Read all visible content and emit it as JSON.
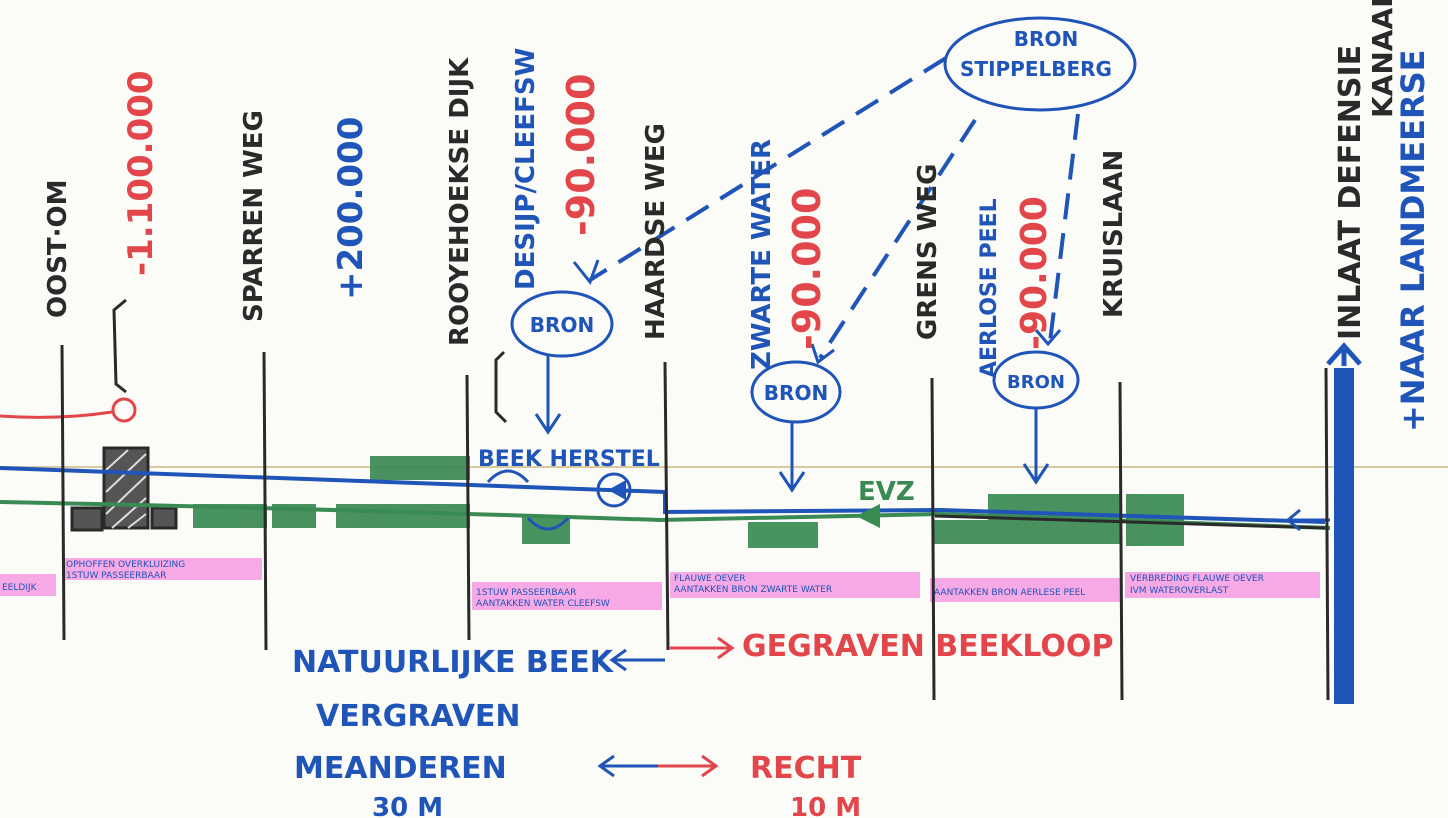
{
  "roads": {
    "oost_om": "OOST·OM",
    "sparren_weg": "SPARREN WEG",
    "rooyehoekse_dijk": "ROOYEHOEKSE DIJK",
    "desijp_cleefsw": "DESIJP/CLEEFSW",
    "haardse_weg": "HAARDSE WEG",
    "zwarte_water": "ZWARTE WATER",
    "grens_weg": "GRENS WEG",
    "aerlose_peel": "AERLOSE PEEL",
    "kruislaan": "KRUISLAAN",
    "inlaat_defensie_kanaal_1": "INLAAT DEFENSIE",
    "inlaat_defensie_kanaal_2": "KANAAL"
  },
  "volumes": {
    "v1": "-1.100.000",
    "v2": "+200.000",
    "v3": "-90.000",
    "v4": "-90.000",
    "v5": "-90.000",
    "v6": "+NAAR LANDMEERSE"
  },
  "sources": {
    "main_line1": "BRON",
    "main_line2": "STIPPELBERG",
    "bron_a": "BRON",
    "bron_b": "BRON",
    "bron_c": "BRON"
  },
  "labels": {
    "beekherstel": "BEEK HERSTEL",
    "evz": "EVZ"
  },
  "notes": {
    "n1_line1": "OPHOFFEN OVERKLUIZING",
    "n1_line2": "1STUW PASSEERBAAR",
    "n0": "EELDIJK",
    "n2_line1": "1STUW PASSEERBAAR",
    "n2_line2": "AANTAKKEN WATER CLEEFSW",
    "n3_line1": "FLAUWE OEVER",
    "n3_line2": "AANTAKKEN BRON ZWARTE WATER",
    "n4": "AANTAKKEN BRON AERLESE PEEL",
    "n5_line1": "VERBREDING FLAUWE OEVER",
    "n5_line2": "IVM WATEROVERLAST"
  },
  "legend": {
    "natuurlijke_beek": "NATUURLIJKE BEEK",
    "gegraven_beekloop": "GEGRAVEN BEEKLOOP",
    "vergraven": "VERGRAVEN",
    "meanderen": "MEANDEREN",
    "recht": "RECHT",
    "width_30": "30 M",
    "width_10": "10 M"
  },
  "colors": {
    "ink_black": "#2a2a2a",
    "ink_blue": "#1f54b8",
    "ink_red": "#e2454a",
    "ink_green": "#3a8a54",
    "highlight_pink": "#f7a9e6"
  }
}
